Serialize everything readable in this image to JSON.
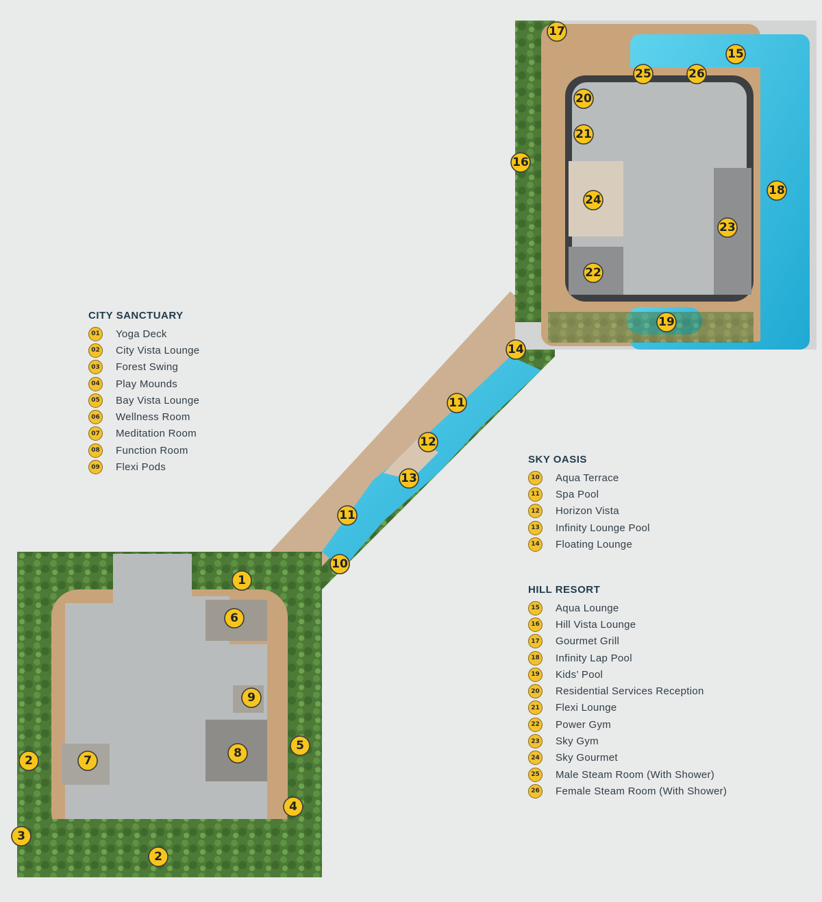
{
  "legends": {
    "city_sanctuary": {
      "title": "CITY SANCTUARY",
      "items": [
        {
          "num": "01",
          "label": "Yoga Deck"
        },
        {
          "num": "02",
          "label": "City Vista Lounge"
        },
        {
          "num": "03",
          "label": "Forest Swing"
        },
        {
          "num": "04",
          "label": "Play Mounds"
        },
        {
          "num": "05",
          "label": "Bay Vista Lounge"
        },
        {
          "num": "06",
          "label": "Wellness Room"
        },
        {
          "num": "07",
          "label": "Meditation Room"
        },
        {
          "num": "08",
          "label": "Function Room"
        },
        {
          "num": "09",
          "label": "Flexi Pods"
        }
      ]
    },
    "sky_oasis": {
      "title": "SKY OASIS",
      "items": [
        {
          "num": "10",
          "label": "Aqua Terrace"
        },
        {
          "num": "11",
          "label": "Spa Pool"
        },
        {
          "num": "12",
          "label": "Horizon Vista"
        },
        {
          "num": "13",
          "label": "Infinity Lounge Pool"
        },
        {
          "num": "14",
          "label": "Floating Lounge"
        }
      ]
    },
    "hill_resort": {
      "title": "HILL RESORT",
      "items": [
        {
          "num": "15",
          "label": "Aqua Lounge"
        },
        {
          "num": "16",
          "label": "Hill Vista Lounge"
        },
        {
          "num": "17",
          "label": "Gourmet Grill"
        },
        {
          "num": "18",
          "label": "Infinity Lap Pool"
        },
        {
          "num": "19",
          "label": "Kids’ Pool"
        },
        {
          "num": "20",
          "label": "Residential Services Reception"
        },
        {
          "num": "21",
          "label": "Flexi Lounge"
        },
        {
          "num": "22",
          "label": "Power Gym"
        },
        {
          "num": "23",
          "label": "Sky Gym"
        },
        {
          "num": "24",
          "label": "Sky Gourmet"
        },
        {
          "num": "25",
          "label": "Male Steam Room (With Shower)"
        },
        {
          "num": "26",
          "label": "Female Steam Room (With Shower)"
        }
      ]
    }
  },
  "markers": {
    "m1": "1",
    "m2a": "2",
    "m2b": "2",
    "m3": "3",
    "m4": "4",
    "m5": "5",
    "m6": "6",
    "m7": "7",
    "m8": "8",
    "m9": "9",
    "m10": "10",
    "m11a": "11",
    "m11b": "11",
    "m12": "12",
    "m13": "13",
    "m14": "14",
    "m15": "15",
    "m16": "16",
    "m17": "17",
    "m18": "18",
    "m19": "19",
    "m20": "20",
    "m21": "21",
    "m22": "22",
    "m23": "23",
    "m24": "24",
    "m25": "25",
    "m26": "26"
  },
  "colors": {
    "background": "#e9eaea",
    "greenery": "#4f7d3a",
    "deck": "#c9a47a",
    "building": "#b9bcbd",
    "pool": "#3cc3e2",
    "marker": "#f7c51c"
  }
}
